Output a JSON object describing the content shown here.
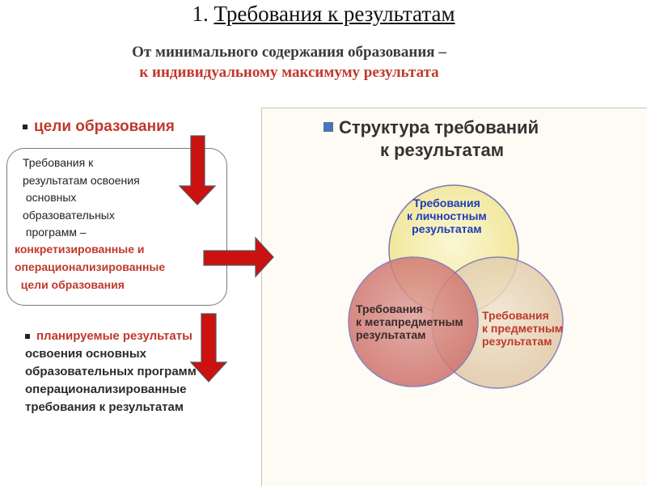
{
  "header": {
    "title_number": "1.",
    "title_text": "Требования к результатам",
    "subtitle_line1": "От минимального содержания образования –",
    "subtitle_line2": "к индивидуальному максимуму результата"
  },
  "left": {
    "goals_label": "цели образования",
    "box_lines": [
      "Требования к",
      "результатам освоения",
      " основных",
      "образовательных",
      " программ –",
      "конкретизированные и",
      "операционализированные",
      "  цели образования"
    ],
    "planned_red": "планируемые результаты",
    "planned_rest": " освоения основных образовательных программ – операционализированные требования к результатам"
  },
  "right": {
    "structure_line1": "Структура требований",
    "structure_line2": "к результатам",
    "circles": {
      "personal": [
        "Требования",
        "к личностным",
        "результатам"
      ],
      "meta": [
        "Требования",
        "к метапредметным",
        "результатам"
      ],
      "subject": [
        "Требования",
        "к предметным",
        "результатам"
      ]
    }
  },
  "colors": {
    "accent_red": "#c0392b",
    "arrow_red": "#cc1111",
    "bullet_blue": "#4a74b4",
    "circle_yellow": "#f6f0b0",
    "circle_red": "#d98a84",
    "circle_beige": "#ead8bd",
    "personal_text": "#1f3bb8"
  }
}
